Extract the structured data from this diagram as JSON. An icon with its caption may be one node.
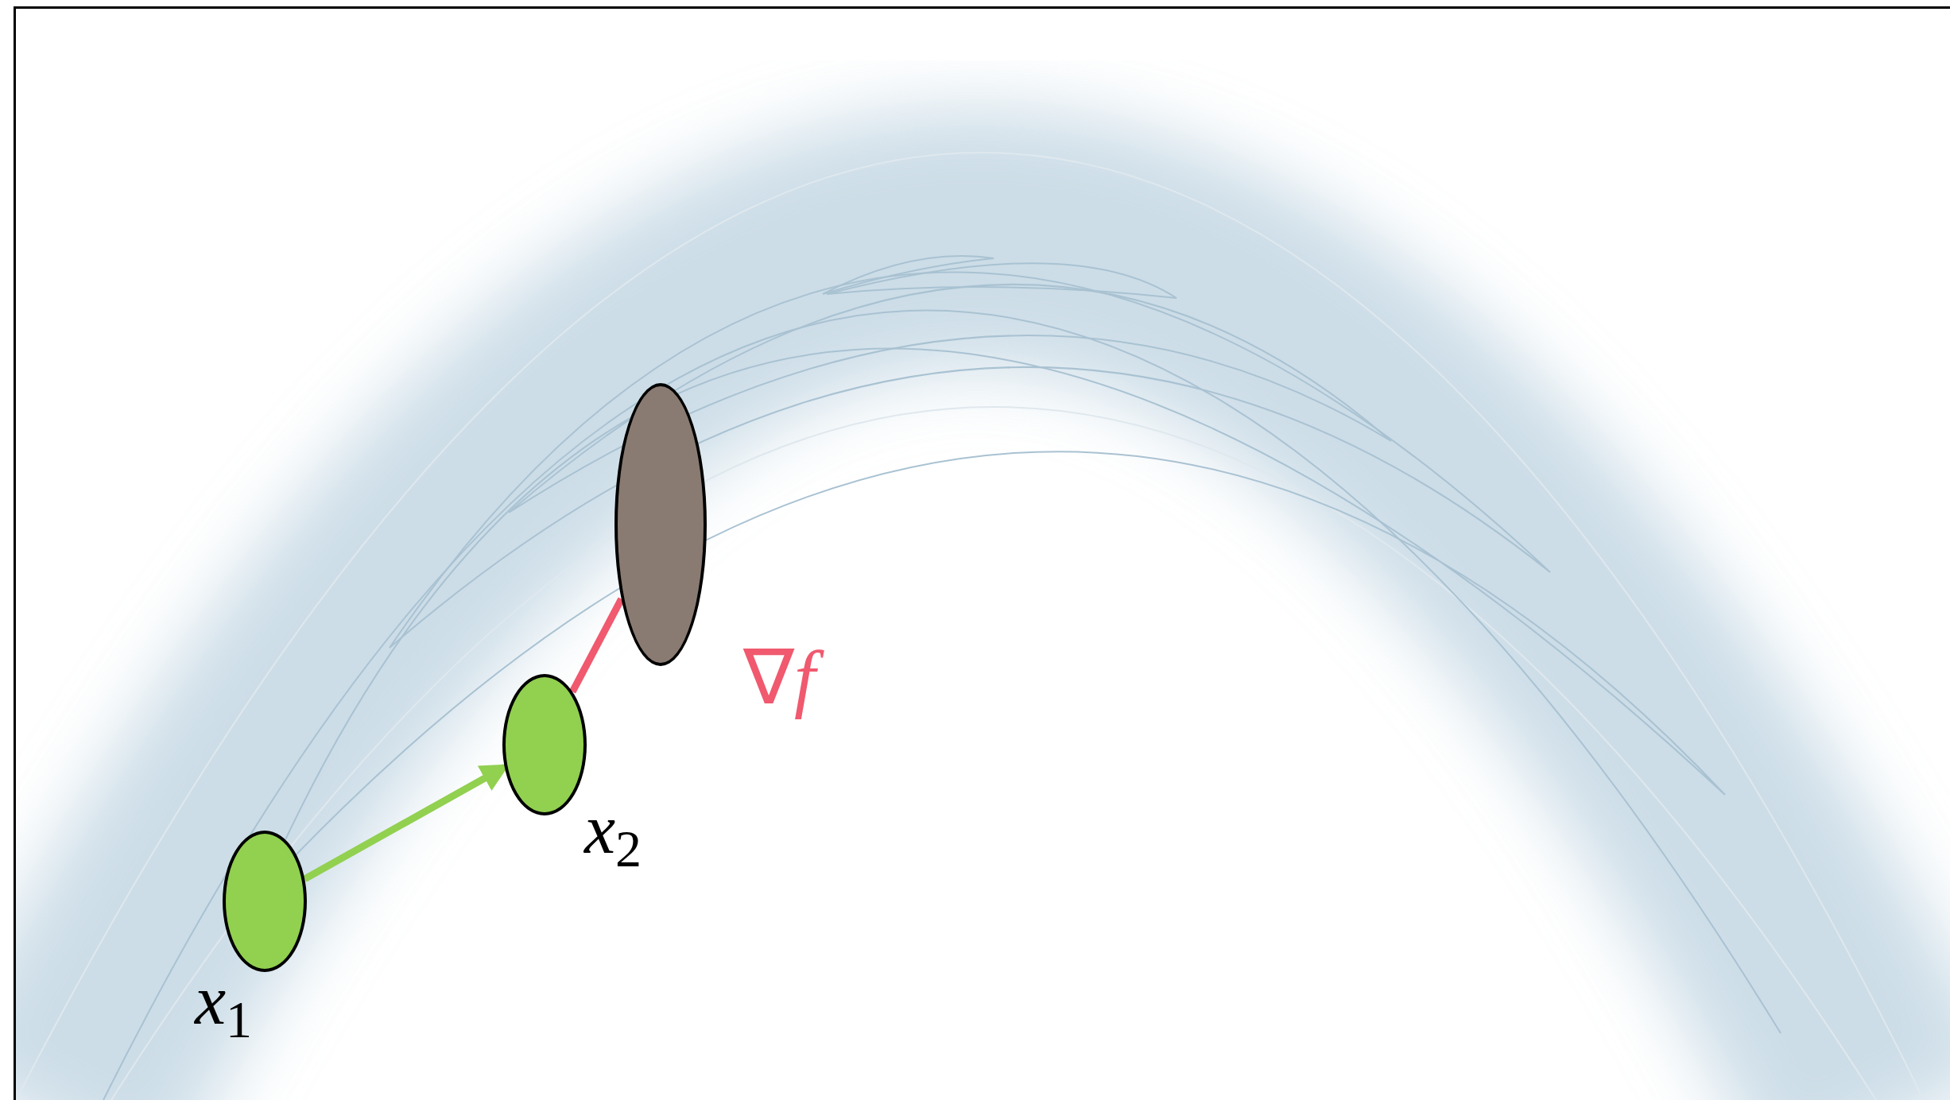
{
  "diagram": {
    "nodes": [
      {
        "text": [],
        "shape": "ellipse",
        "beside": [
          "*x*$_{1}$"
        ]
      },
      {
        "text": [],
        "shape": "ellipse",
        "beside": [
          "*x*$_{2}$"
        ]
      },
      {
        "text": [],
        "shape": "ellipse"
      }
    ],
    "edges": [
      {
        "from": 0,
        "to": 1,
        "arrow": "to",
        "color": "#92d050"
      },
      {
        "from": 1,
        "to": 2,
        "arrow": "none",
        "label": "∇*f*",
        "color": "#f0596e"
      }
    ]
  }
}
